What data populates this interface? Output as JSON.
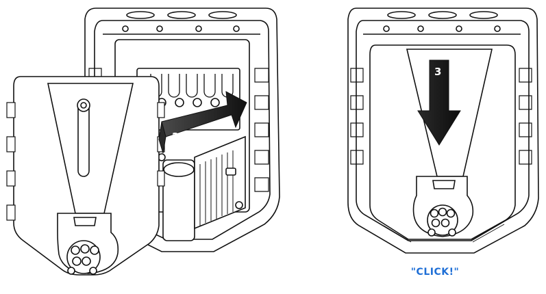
{
  "steps": {
    "step2": "2",
    "step3": "3"
  },
  "caption": "\"CLICK!\"",
  "colors": {
    "line": "#111111",
    "arrow": "#1a1a1a",
    "caption": "#1f6fd6"
  },
  "icons": [
    "charger-back-housing",
    "charger-front-cover",
    "type2-socket",
    "push-arrow-icon",
    "down-arrow-icon"
  ]
}
